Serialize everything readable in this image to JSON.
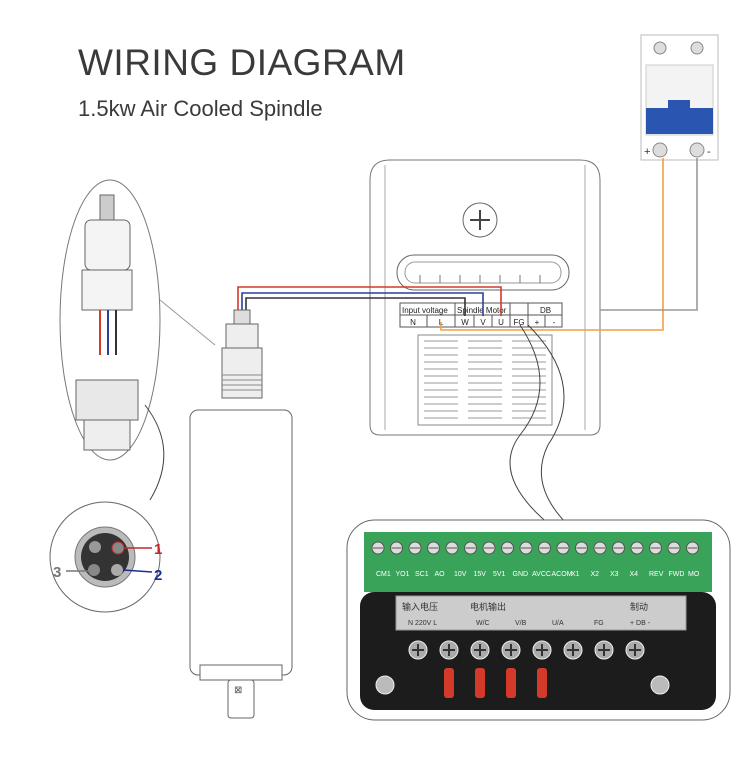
{
  "header": {
    "title": "WIRING DIAGRAM",
    "subtitle": "1.5kw Air Cooled Spindle"
  },
  "breaker": {
    "plus": "+",
    "minus": "-"
  },
  "vfd_table": {
    "group_input": "Input voltage",
    "group_spindle": "Spindle Motor",
    "group_db": "DB",
    "terminals": [
      "N",
      "L",
      "W",
      "V",
      "U",
      "FG",
      "+",
      "-"
    ]
  },
  "connector": {
    "pins": [
      "1",
      "2",
      "3"
    ],
    "colors": {
      "1": "#c0282c",
      "2": "#1a2f8f",
      "3": "#777777"
    }
  },
  "photo": {
    "control_labels": [
      "CM1",
      "YO1",
      "SC1",
      "AO",
      "10V",
      "15V",
      "5V1",
      "GND",
      "AVCC",
      "ACOM",
      "X1",
      "X2",
      "X3",
      "X4",
      "REV",
      "FWD",
      "MO"
    ],
    "group_input": "输入电压",
    "group_motor": "电机输出",
    "group_brake": "制动",
    "power_labels": [
      "N 220V L",
      "W/C",
      "V/B",
      "U/A",
      "FG",
      "+ DB -"
    ]
  },
  "colors": {
    "red_wire": "#d43a2a",
    "blue_wire": "#2b3f9a",
    "orange_wire": "#f0a040",
    "breaker_blue": "#2a55b0",
    "terminal_green": "#3aa35a"
  }
}
